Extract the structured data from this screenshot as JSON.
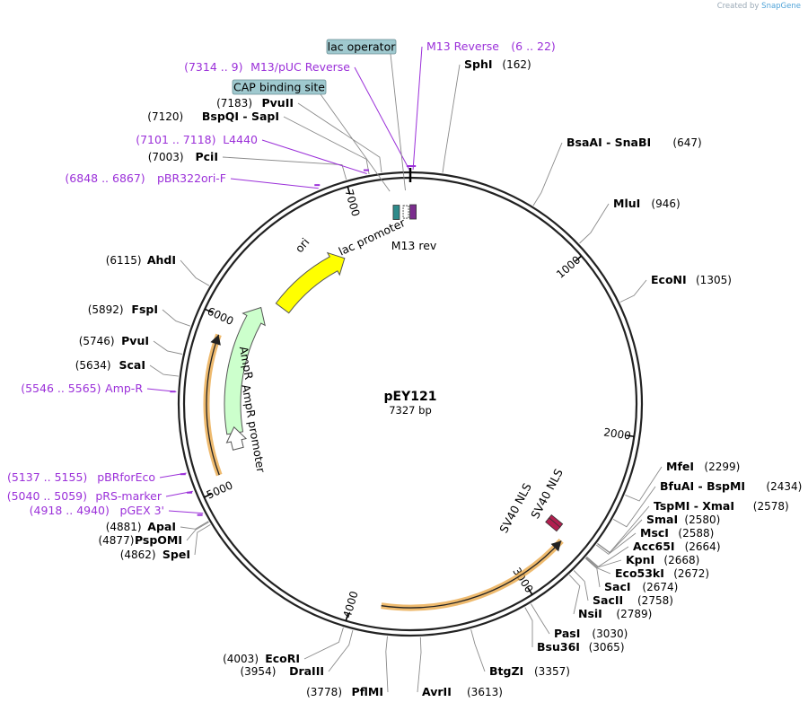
{
  "credit": {
    "prefix": "Created by",
    "brand": "SnapGene"
  },
  "plasmid": {
    "name": "pEY121",
    "length": 7327,
    "length_label": "7327 bp"
  },
  "ticks": [
    {
      "pos": 1000,
      "label": "1000"
    },
    {
      "pos": 2000,
      "label": "2000"
    },
    {
      "pos": 3000,
      "label": "3000"
    },
    {
      "pos": 4000,
      "label": "4000"
    },
    {
      "pos": 5000,
      "label": "5000"
    },
    {
      "pos": 6000,
      "label": "6000"
    },
    {
      "pos": 7000,
      "label": "7000"
    }
  ],
  "enzymes": [
    {
      "name": "SphI",
      "pos_label": "(162)",
      "pos": 162,
      "side": "right"
    },
    {
      "name": "BsaAI  - SnaBI",
      "pos_label": "(647)",
      "pos": 647,
      "side": "right"
    },
    {
      "name": "MluI",
      "pos_label": "(946)",
      "pos": 946,
      "side": "right"
    },
    {
      "name": "EcoNI",
      "pos_label": "(1305)",
      "pos": 1305,
      "side": "right"
    },
    {
      "name": "MfeI",
      "pos_label": "(2299)",
      "pos": 2299,
      "side": "right"
    },
    {
      "name": "BfuAI  - BspMI",
      "pos_label": "(2434)",
      "pos": 2434,
      "side": "right"
    },
    {
      "name": "TspMI  - XmaI",
      "pos_label": "(2578)",
      "pos": 2578,
      "side": "right"
    },
    {
      "name": "SmaI",
      "pos_label": "(2580)",
      "pos": 2580,
      "side": "right"
    },
    {
      "name": "MscI",
      "pos_label": "(2588)",
      "pos": 2588,
      "side": "right"
    },
    {
      "name": "Acc65I",
      "pos_label": "(2664)",
      "pos": 2664,
      "side": "right"
    },
    {
      "name": "KpnI",
      "pos_label": "(2668)",
      "pos": 2668,
      "side": "right"
    },
    {
      "name": "Eco53kI",
      "pos_label": "(2672)",
      "pos": 2672,
      "side": "right"
    },
    {
      "name": "SacI",
      "pos_label": "(2674)",
      "pos": 2674,
      "side": "right"
    },
    {
      "name": "SacII",
      "pos_label": "(2758)",
      "pos": 2758,
      "side": "right"
    },
    {
      "name": "NsiI",
      "pos_label": "(2789)",
      "pos": 2789,
      "side": "right"
    },
    {
      "name": "PasI",
      "pos_label": "(3030)",
      "pos": 3030,
      "side": "right"
    },
    {
      "name": "Bsu36I",
      "pos_label": "(3065)",
      "pos": 3065,
      "side": "right"
    },
    {
      "name": "BtgZI",
      "pos_label": "(3357)",
      "pos": 3357,
      "side": "right"
    },
    {
      "name": "AvrII",
      "pos_label": "(3613)",
      "pos": 3613,
      "side": "right"
    },
    {
      "name": "PflMI",
      "pos_label": "(3778)",
      "pos": 3778,
      "side": "left"
    },
    {
      "name": "DraIII",
      "pos_label": "(3954)",
      "pos": 3954,
      "side": "left"
    },
    {
      "name": "EcoRI",
      "pos_label": "(4003)",
      "pos": 4003,
      "side": "left"
    },
    {
      "name": "SpeI",
      "pos_label": "(4862)",
      "pos": 4862,
      "side": "left"
    },
    {
      "name": "PspOMI",
      "pos_label": "(4877)",
      "pos": 4877,
      "side": "left"
    },
    {
      "name": "ApaI",
      "pos_label": "(4881)",
      "pos": 4881,
      "side": "left"
    },
    {
      "name": "ScaI",
      "pos_label": "(5634)",
      "pos": 5634,
      "side": "left"
    },
    {
      "name": "PvuI",
      "pos_label": "(5746)",
      "pos": 5746,
      "side": "left"
    },
    {
      "name": "FspI",
      "pos_label": "(5892)",
      "pos": 5892,
      "side": "left"
    },
    {
      "name": "AhdI",
      "pos_label": "(6115)",
      "pos": 6115,
      "side": "left"
    },
    {
      "name": "PciI",
      "pos_label": "(7003)",
      "pos": 7003,
      "side": "left"
    },
    {
      "name": "BspQI  - SapI",
      "pos_label": "(7120)",
      "pos": 7120,
      "side": "left"
    },
    {
      "name": "PvuII",
      "pos_label": "(7183)",
      "pos": 7183,
      "side": "left"
    }
  ],
  "primers": [
    {
      "name": "M13 Reverse",
      "range": "(6 .. 22)",
      "pos": 14
    },
    {
      "name": "M13/pUC Reverse",
      "range": "(7314 .. 9)",
      "pos": 7322
    },
    {
      "name": "L4440",
      "range": "(7101 .. 7118)",
      "pos": 7110
    },
    {
      "name": "pBR322ori-F",
      "range": "(6848 .. 6867)",
      "pos": 6858
    },
    {
      "name": "Amp-R",
      "range": "(5546 .. 5565)",
      "pos": 5556
    },
    {
      "name": "pBRforEco",
      "range": "(5137 .. 5155)",
      "pos": 5146
    },
    {
      "name": "pRS-marker",
      "range": "(5040 .. 5059)",
      "pos": 5050
    },
    {
      "name": "pGEX 3'",
      "range": "(4918 .. 4940)",
      "pos": 4929
    }
  ],
  "boxed_features": [
    {
      "name": "lac operator"
    },
    {
      "name": "CAP binding site"
    }
  ],
  "features": [
    {
      "name": "ori",
      "start": 6245,
      "end": 6833,
      "color": "#ffff00",
      "direction": "cw"
    },
    {
      "name": "AmpR",
      "start": 5304,
      "end": 6164,
      "color": "#ccffcc",
      "direction": "cw"
    },
    {
      "name": "AmpR promoter",
      "start": 5199,
      "end": 5303,
      "color": "#ffffff",
      "direction": "cw"
    },
    {
      "name": "lac promoter",
      "start": 7230,
      "end": 7260,
      "color": "#2e8b8b"
    },
    {
      "name": "M13 rev",
      "start": 6,
      "end": 22,
      "color": "#7b2d8e"
    },
    {
      "name": "SV40 NLS",
      "start": 2615,
      "end": 2636,
      "color": "#b21f4f"
    },
    {
      "name": "SV40 NLS",
      "start": 2640,
      "end": 2661,
      "color": "#b21f4f"
    }
  ],
  "orfs": [
    {
      "start": 2690,
      "end": 3830,
      "color": "#e8a33d",
      "direction": "ccw"
    },
    {
      "start": 5080,
      "end": 5900,
      "color": "#e8a33d",
      "direction": "cw"
    }
  ]
}
